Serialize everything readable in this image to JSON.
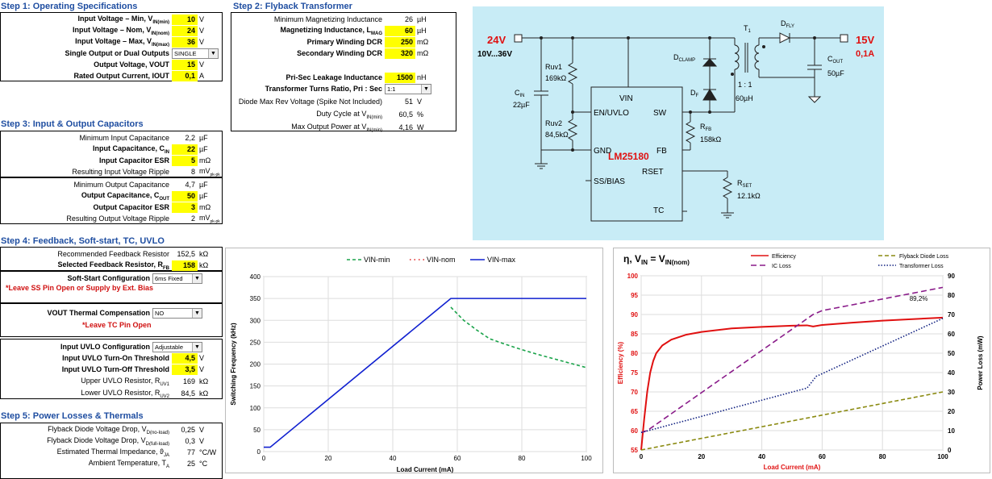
{
  "step1": {
    "title": "Step 1: Operating Specifications",
    "rows": [
      {
        "label": "Input Voltage – Min, V",
        "sub": "IN(min)",
        "value": "10",
        "unit": "V",
        "hl": true
      },
      {
        "label": "Input Voltage – Nom, V",
        "sub": "IN(nom)",
        "value": "24",
        "unit": "V",
        "hl": true
      },
      {
        "label": "Input Voltage – Max, V",
        "sub": "IN(max)",
        "value": "36",
        "unit": "V",
        "hl": true
      },
      {
        "label": "Single Output or Dual Outputs",
        "value": "SINGLE",
        "select": true
      },
      {
        "label": "Output Voltage, VOUT",
        "value": "15",
        "unit": "V",
        "hl": true
      },
      {
        "label": "Rated Output Current, IOUT",
        "value": "0,1",
        "unit": "A",
        "hl": true
      }
    ]
  },
  "step2": {
    "title": "Step 2: Flyback Transformer",
    "rows": [
      {
        "label": "Minimum Magnetizing Inductance",
        "value": "26",
        "unit": "µH",
        "bold": false
      },
      {
        "label": "Magnetizing Inductance, L",
        "sub": "MAG",
        "value": "60",
        "unit": "µH",
        "hl": true
      },
      {
        "label": "Primary Winding DCR",
        "value": "250",
        "unit": "mΩ",
        "hl": true
      },
      {
        "label": "Secondary Winding DCR",
        "value": "320",
        "unit": "mΩ",
        "hl": true
      },
      {
        "label": "Pri-Sec Leakage Inductance",
        "value": "1500",
        "unit": "nH",
        "hl": true
      },
      {
        "label": "Transformer Turns Ratio, Pri : Sec",
        "value": "1:1",
        "select": true
      },
      {
        "label": "Diode Max Rev Voltage (Spike Not Included)",
        "value": "51",
        "unit": "V",
        "bold": false
      },
      {
        "label": "Duty Cycle at V",
        "sub": "IN(min)",
        "value": "60,5",
        "unit": "%",
        "bold": false
      },
      {
        "label": "Max Output Power at V",
        "sub": "IN(min)",
        "value": "4,16",
        "unit": "W",
        "bold": false
      }
    ]
  },
  "step3": {
    "title": "Step 3: Input & Output Capacitors",
    "rows": [
      {
        "label": "Minimum Input Capacitance",
        "value": "2,2",
        "unit": "µF"
      },
      {
        "label": "Input Capacitance, C",
        "sub": "IN",
        "value": "22",
        "unit": "µF",
        "hl": true
      },
      {
        "label": "Input Capacitor ESR",
        "value": "5",
        "unit": "mΩ",
        "hl": true
      },
      {
        "label": "Resulting Input Voltage Ripple",
        "value": "8",
        "unit": "mV",
        "usub": "pk-pk"
      },
      {
        "label": "Minimum Output Capacitance",
        "value": "4,7",
        "unit": "µF"
      },
      {
        "label": "Output Capacitance, C",
        "sub": "OUT",
        "value": "50",
        "unit": "µF",
        "hl": true
      },
      {
        "label": "Output Capacitor ESR",
        "value": "3",
        "unit": "mΩ",
        "hl": true
      },
      {
        "label": "Resulting Output Voltage Ripple",
        "value": "2",
        "unit": "mV",
        "usub": "pk-pk"
      }
    ]
  },
  "step4": {
    "title": "Step 4: Feedback, Soft-start, TC, UVLO",
    "rec_fb": {
      "label": "Recommended Feedback Resistor",
      "value": "152,5",
      "unit": "kΩ"
    },
    "sel_fb": {
      "label": "Selected Feedback Resistor, R",
      "sub": "FB",
      "value": "158",
      "unit": "kΩ"
    },
    "ss": {
      "label": "Soft-Start Configuration",
      "value": "6ms Fixed",
      "note": "*Leave SS Pin Open or Supply by Ext. Bias"
    },
    "tc": {
      "label": "VOUT Thermal Compensation",
      "value": "NO",
      "note": "*Leave TC Pin Open"
    },
    "uvlo_cfg": {
      "label": "Input UVLO Configuration",
      "value": "Adjustable"
    },
    "uvlo_on": {
      "label": "Input UVLO Turn-On Threshold",
      "value": "4,5",
      "unit": "V"
    },
    "uvlo_off": {
      "label": "Input UVLO Turn-Off Threshold",
      "value": "3,5",
      "unit": "V"
    },
    "ruv1": {
      "label": "Upper UVLO Resistor, R",
      "sub": "UV1",
      "value": "169",
      "unit": "kΩ"
    },
    "ruv2": {
      "label": "Lower UVLO Resistor, R",
      "sub": "UV2",
      "value": "84,5",
      "unit": "kΩ"
    }
  },
  "step5": {
    "title": "Step 5: Power Losses & Thermals",
    "rows": [
      {
        "label": "Flyback Diode Voltage Drop, V",
        "sub": "D(no-load)",
        "value": "0,25",
        "unit": "V"
      },
      {
        "label": "Flyback Diode Voltage Drop, V",
        "sub": "D(full-load)",
        "value": "0,3",
        "unit": "V"
      },
      {
        "label": "Estimated Thermal Impedance, ϑ",
        "sub": "JA",
        "value": "77",
        "unit": "°C/W"
      },
      {
        "label": "Ambient Temperature, T",
        "sub": "A",
        "value": "25",
        "unit": "°C"
      }
    ]
  },
  "schematic": {
    "vin": "24V",
    "vin_range": "10V...36V",
    "vout": "15V",
    "iout": "0,1A",
    "ic": "LM25180",
    "pins": {
      "vin": "VIN",
      "en": "EN/UVLO",
      "sw": "SW",
      "gnd": "GND",
      "fb": "FB",
      "ss": "SS/BIAS",
      "rset": "RSET",
      "tc": "TC"
    },
    "cin": "C",
    "cin_sub": "IN",
    "cin_val": "22µF",
    "ruv1": "Ruv1",
    "ruv1_val": "169kΩ",
    "ruv2": "Ruv2",
    "ruv2_val": "84,5kΩ",
    "t1": "T",
    "t1_sub": "1",
    "ratio": "1 : 1",
    "lmag": "60µH",
    "dfly": "D",
    "dfly_sub": "FLY",
    "dclamp": "D",
    "dclamp_sub": "CLAMP",
    "df": "D",
    "df_sub": "F",
    "cout": "C",
    "cout_sub": "OUT",
    "cout_val": "50µF",
    "rfb": "R",
    "rfb_sub": "FB",
    "rfb_val": "158kΩ",
    "rset": "R",
    "rset_sub": "SET",
    "rset_val": "12.1kΩ"
  },
  "chart_data": [
    {
      "type": "line",
      "legend": [
        "VIN-min",
        "VIN-nom",
        "VIN-max"
      ],
      "xlabel": "Load Current (mA)",
      "ylabel": "Switching Frequency (kHz)",
      "xlim": [
        0,
        100
      ],
      "ylim": [
        0,
        400
      ],
      "xticks": [
        0,
        20,
        40,
        60,
        80,
        100
      ],
      "yticks": [
        0,
        50,
        100,
        150,
        200,
        250,
        300,
        350,
        400
      ],
      "series": [
        {
          "name": "VIN-min",
          "color": "#1aa34a",
          "dash": "4,3",
          "x": [
            58,
            62,
            66,
            70,
            75,
            80,
            85,
            90,
            95,
            100
          ],
          "y": [
            330,
            300,
            278,
            258,
            245,
            233,
            222,
            212,
            202,
            192
          ]
        },
        {
          "name": "VIN-nom",
          "color": "#e02020",
          "dash": "1.5,4",
          "x": [],
          "y": []
        },
        {
          "name": "VIN-max",
          "color": "#1020d0",
          "dash": "",
          "x": [
            0,
            2,
            58,
            100
          ],
          "y": [
            10,
            10,
            350,
            350
          ]
        }
      ]
    },
    {
      "type": "line",
      "title": "η, V",
      "title_sub": "IN",
      "title_mid": " = V",
      "title_sub2": "IN(nom)",
      "xlabel": "Load Current (mA)",
      "ylabel": "Efficiency (%)",
      "y2label": "Power Loss (mW)",
      "xlim": [
        0,
        100
      ],
      "ylim": [
        55,
        100
      ],
      "y2lim": [
        0,
        90
      ],
      "xticks": [
        0,
        20,
        40,
        60,
        80,
        100
      ],
      "yticks": [
        55,
        60,
        65,
        70,
        75,
        80,
        85,
        90,
        95,
        100
      ],
      "y2ticks": [
        0,
        10,
        20,
        30,
        40,
        50,
        60,
        70,
        80,
        90
      ],
      "annotation": "89,2%",
      "legend": [
        "Efficiency",
        "Flyback Diode Loss",
        "IC Loss",
        "Transformer Loss"
      ],
      "series": [
        {
          "name": "Efficiency",
          "axis": "left",
          "color": "#e01010",
          "dash": "",
          "x": [
            0,
            1,
            2,
            3,
            4,
            5,
            7,
            10,
            15,
            20,
            30,
            40,
            50,
            55,
            57,
            60,
            70,
            80,
            90,
            100
          ],
          "y": [
            55,
            63,
            70,
            75,
            78,
            80,
            82,
            83.5,
            84.8,
            85.5,
            86.4,
            86.8,
            87.1,
            87.2,
            86.9,
            87.3,
            87.9,
            88.4,
            88.8,
            89.2
          ]
        },
        {
          "name": "Flyback Diode Loss",
          "axis": "right",
          "color": "#8a8a10",
          "dash": "5,3",
          "x": [
            0,
            100
          ],
          "y": [
            0,
            30
          ]
        },
        {
          "name": "IC Loss",
          "axis": "right",
          "color": "#8a1c8a",
          "dash": "7,4",
          "x": [
            0,
            2,
            57,
            60,
            100
          ],
          "y": [
            9,
            10,
            70,
            72,
            84
          ]
        },
        {
          "name": "Transformer Loss",
          "axis": "right",
          "color": "#102080",
          "dash": "1.5,2",
          "x": [
            0,
            55,
            58,
            100
          ],
          "y": [
            9,
            32,
            38,
            68
          ]
        }
      ]
    }
  ]
}
